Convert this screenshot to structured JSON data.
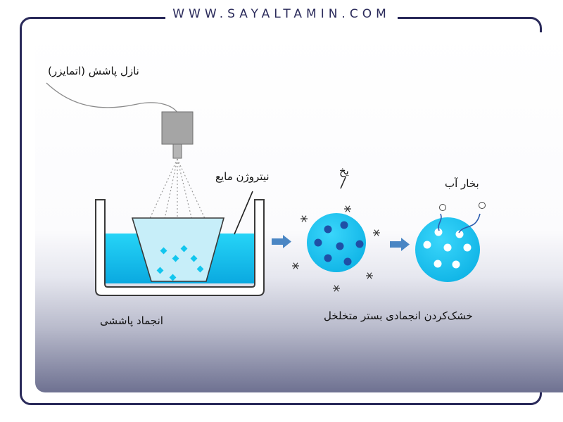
{
  "website": "WWW.SAYALTAMIN.COM",
  "labels": {
    "nozzle": "نازل پاشش (اتمایزر)",
    "liquid_nitrogen": "نیتروژن مایع",
    "ice": "یخ",
    "water_vapor": "بخار آب",
    "spray_freezing": "انجماد پاششی",
    "spray_freeze_drying": "خشک‌کردن انجمادی بستر متخلخل"
  },
  "colors": {
    "frame": "#2a2a5a",
    "liquid": "#12c6ee",
    "particle": "#12c6ee",
    "ice_dot": "#1f4fa6",
    "arrow": "#4a86c4"
  }
}
